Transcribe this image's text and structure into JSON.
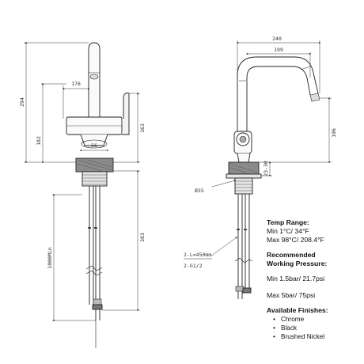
{
  "dimensions": {
    "overall_height": "294",
    "spout_reach_left": "176",
    "body_height_left": "182",
    "lever_height": "163",
    "body_diameter": "56",
    "hose_length": "383",
    "min_length": "1000Min",
    "overall_width": "240",
    "spout_reach_right": "199",
    "spout_height_right": "196",
    "deck_thickness": "23-30",
    "hole_diameter": "Ø35",
    "hose_spec": "2-L=450mm",
    "thread_spec": "2-G1/2"
  },
  "specs": {
    "temp_heading": "Temp Range:",
    "temp_min": "Min 1°C/ 34°F",
    "temp_max": "Max 98°C/ 208.4°F",
    "pressure_heading_1": "Recommended",
    "pressure_heading_2": "Working Pressure:",
    "pressure_min": "Min 1.5bar/ 21.7psi",
    "pressure_max": "Max 5bar/ 75psi",
    "finishes_heading": "Available Finishes:",
    "finishes": [
      "Chrome",
      "Black",
      "Brushed Nickel"
    ]
  }
}
